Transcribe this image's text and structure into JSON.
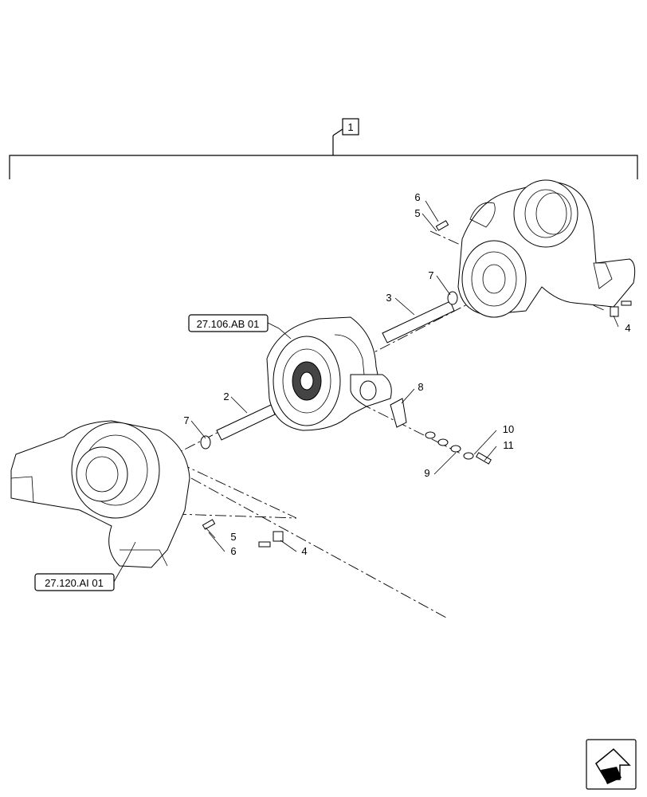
{
  "callouts": {
    "assembly": "1",
    "shaft_left": "2",
    "shaft_right": "3",
    "nut_lower": "4",
    "nut_upper": "4",
    "bolt_lower": "5",
    "bolt_upper": "5",
    "washer_lower": "6",
    "washer_upper": "6",
    "ring_left": "7",
    "ring_right": "7",
    "bracket": "8",
    "spacer": "9",
    "washer_small": "10",
    "bolt_small": "11"
  },
  "references": {
    "differential": "27.106.AB 01",
    "hub": "27.120.AI 01"
  },
  "icons": {
    "nav": "next-page-arrow-icon"
  }
}
